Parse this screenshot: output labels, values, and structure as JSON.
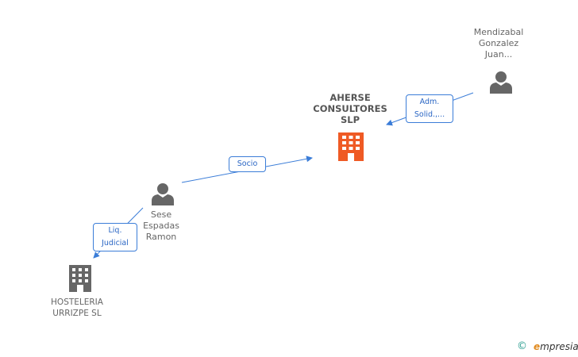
{
  "nodes": {
    "main_company": {
      "label": "AHERSE\nCONSULTORES\nSLP",
      "color": "#ef5a24"
    },
    "person_mendizabal": {
      "label": "Mendizabal\nGonzalez\nJuan..."
    },
    "person_sese": {
      "label": "Sese\nEspadas\nRamon"
    },
    "company_hosteleria": {
      "label": "HOSTELERIA\nURRIZPE SL",
      "color": "#666666"
    }
  },
  "edges": {
    "mendizabal_to_main": "Adm.\nSolid.,...",
    "sese_to_main": "Socio",
    "sese_to_hosteleria": "Liq.\nJudicial"
  },
  "footer": {
    "copyright_symbol": "©",
    "brand_initial": "e",
    "brand_rest": "mpresia"
  },
  "colors": {
    "edge": "#3b7dd8",
    "person_icon": "#666666"
  }
}
